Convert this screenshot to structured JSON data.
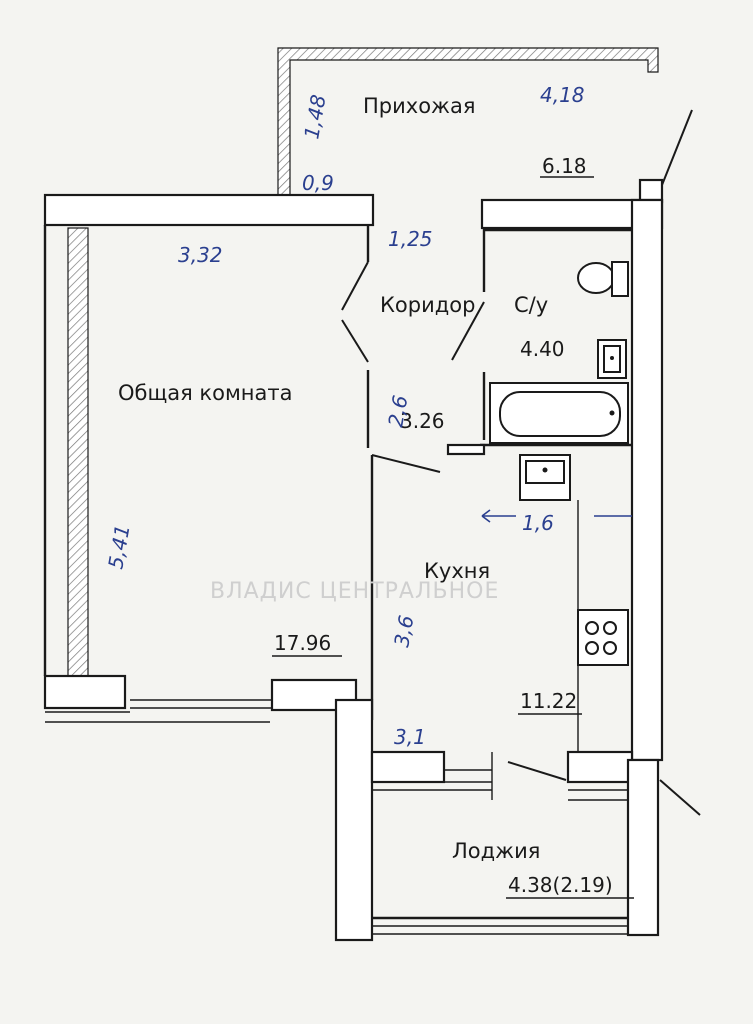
{
  "rooms": {
    "hallway": {
      "name": "Прихожая",
      "area": "6.18"
    },
    "corridor": {
      "name": "Коридор",
      "area": "3.26"
    },
    "bathroom": {
      "name": "С/у",
      "area": "4.40"
    },
    "living_room": {
      "name": "Общая комната",
      "area": "17.96"
    },
    "kitchen": {
      "name": "Кухня",
      "area": "11.22"
    },
    "loggia": {
      "name": "Лоджия",
      "area": "4.38(2.19)"
    }
  },
  "handwritten_dimensions": {
    "hallway_length": "4,18",
    "hallway_width": "1,48",
    "hallway_small": "0,9",
    "corridor_width": "1,25",
    "living_width": "3,32",
    "living_length": "5,41",
    "corridor_length": "2,6",
    "kitchen_length": "3,6",
    "kitchen_width": "1,6",
    "kitchen_bottom": "3,1"
  },
  "watermark": "ВЛАДИС ЦЕНТРАЛЬНОЕ"
}
